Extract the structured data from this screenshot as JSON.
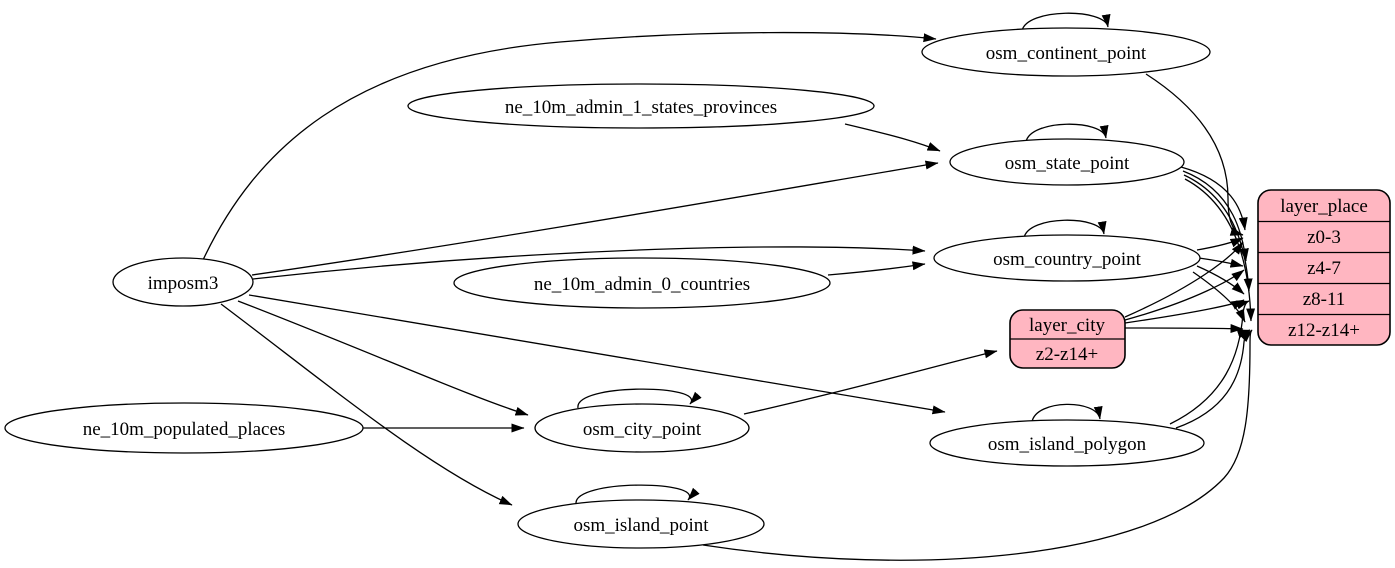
{
  "colors": {
    "record_fill": "#ffb6c1",
    "node_fill": "#ffffff",
    "edge_stroke": "#000000"
  },
  "nodes": {
    "imposm3": {
      "label": "imposm3"
    },
    "ne_10m_admin_1_states_provinces": {
      "label": "ne_10m_admin_1_states_provinces"
    },
    "ne_10m_admin_0_countries": {
      "label": "ne_10m_admin_0_countries"
    },
    "ne_10m_populated_places": {
      "label": "ne_10m_populated_places"
    },
    "osm_continent_point": {
      "label": "osm_continent_point"
    },
    "osm_state_point": {
      "label": "osm_state_point"
    },
    "osm_country_point": {
      "label": "osm_country_point"
    },
    "osm_city_point": {
      "label": "osm_city_point"
    },
    "osm_island_polygon": {
      "label": "osm_island_polygon"
    },
    "osm_island_point": {
      "label": "osm_island_point"
    }
  },
  "records": {
    "layer_city": {
      "title": "layer_city",
      "rows": [
        "z2-z14+"
      ]
    },
    "layer_place": {
      "title": "layer_place",
      "rows": [
        "z0-3",
        "z4-7",
        "z8-11",
        "z12-z14+"
      ]
    }
  },
  "edges": [
    {
      "from": "imposm3",
      "to": "osm_continent_point"
    },
    {
      "from": "imposm3",
      "to": "osm_state_point"
    },
    {
      "from": "imposm3",
      "to": "osm_country_point"
    },
    {
      "from": "imposm3",
      "to": "osm_city_point"
    },
    {
      "from": "imposm3",
      "to": "osm_island_polygon"
    },
    {
      "from": "imposm3",
      "to": "osm_island_point"
    },
    {
      "from": "ne_10m_admin_1_states_provinces",
      "to": "osm_state_point"
    },
    {
      "from": "ne_10m_admin_0_countries",
      "to": "osm_country_point"
    },
    {
      "from": "ne_10m_populated_places",
      "to": "osm_city_point"
    },
    {
      "from": "osm_continent_point",
      "to": "osm_continent_point"
    },
    {
      "from": "osm_state_point",
      "to": "osm_state_point"
    },
    {
      "from": "osm_country_point",
      "to": "osm_country_point"
    },
    {
      "from": "osm_city_point",
      "to": "osm_city_point"
    },
    {
      "from": "osm_island_polygon",
      "to": "osm_island_polygon"
    },
    {
      "from": "osm_island_point",
      "to": "osm_island_point"
    },
    {
      "from": "osm_continent_point",
      "to": "layer_place:z0-3"
    },
    {
      "from": "osm_state_point",
      "to": "layer_place:z0-3"
    },
    {
      "from": "osm_state_point",
      "to": "layer_place:z4-7"
    },
    {
      "from": "osm_state_point",
      "to": "layer_place:z8-11"
    },
    {
      "from": "osm_state_point",
      "to": "layer_place:z12-z14+"
    },
    {
      "from": "osm_country_point",
      "to": "layer_place:z0-3"
    },
    {
      "from": "osm_country_point",
      "to": "layer_place:z4-7"
    },
    {
      "from": "osm_country_point",
      "to": "layer_place:z8-11"
    },
    {
      "from": "osm_country_point",
      "to": "layer_place:z12-z14+"
    },
    {
      "from": "osm_city_point",
      "to": "layer_city:z2-z14+"
    },
    {
      "from": "layer_city",
      "to": "layer_place:z0-3"
    },
    {
      "from": "layer_city",
      "to": "layer_place:z4-7"
    },
    {
      "from": "layer_city",
      "to": "layer_place:z8-11"
    },
    {
      "from": "layer_city",
      "to": "layer_place:z12-z14+"
    },
    {
      "from": "osm_island_polygon",
      "to": "layer_place:z8-11"
    },
    {
      "from": "osm_island_polygon",
      "to": "layer_place:z12-z14+"
    },
    {
      "from": "osm_island_point",
      "to": "layer_place:z12-z14+"
    }
  ]
}
